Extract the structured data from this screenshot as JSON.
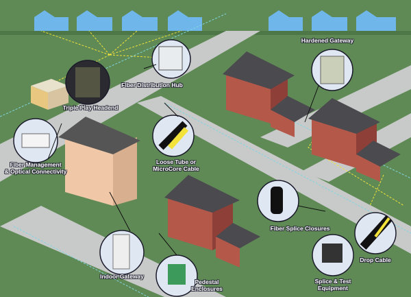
{
  "labels": {
    "hardened_gateway": "Hardened Gateway",
    "fiber_distribution_hub": "Fiber Distribution Hub",
    "triple_play_headend": "Triple Play Headend",
    "fiber_management_1": "Fiber Management",
    "fiber_management_2": "& Optical Connectivity",
    "loose_tube_1": "Loose Tube or",
    "loose_tube_2": "MicroCore Cable",
    "fiber_splice_closures": "Fiber Splice Closures",
    "drop_cable": "Drop Cable",
    "indoor_gateway": "Indoor Gateway",
    "pedestal_1": "Pedestal",
    "pedestal_2": "Enclosures",
    "splice_test_1": "Splice & Test",
    "splice_test_2": "Equipment"
  },
  "colors": {
    "grass": "#5f8a55",
    "road": "#c7c9c9",
    "sky_houses": "#6fb6ea",
    "brick": "#b4584a",
    "roof": "#4a4a4f",
    "fiber": "#f2e23a",
    "drop": "#7fd6e0"
  }
}
